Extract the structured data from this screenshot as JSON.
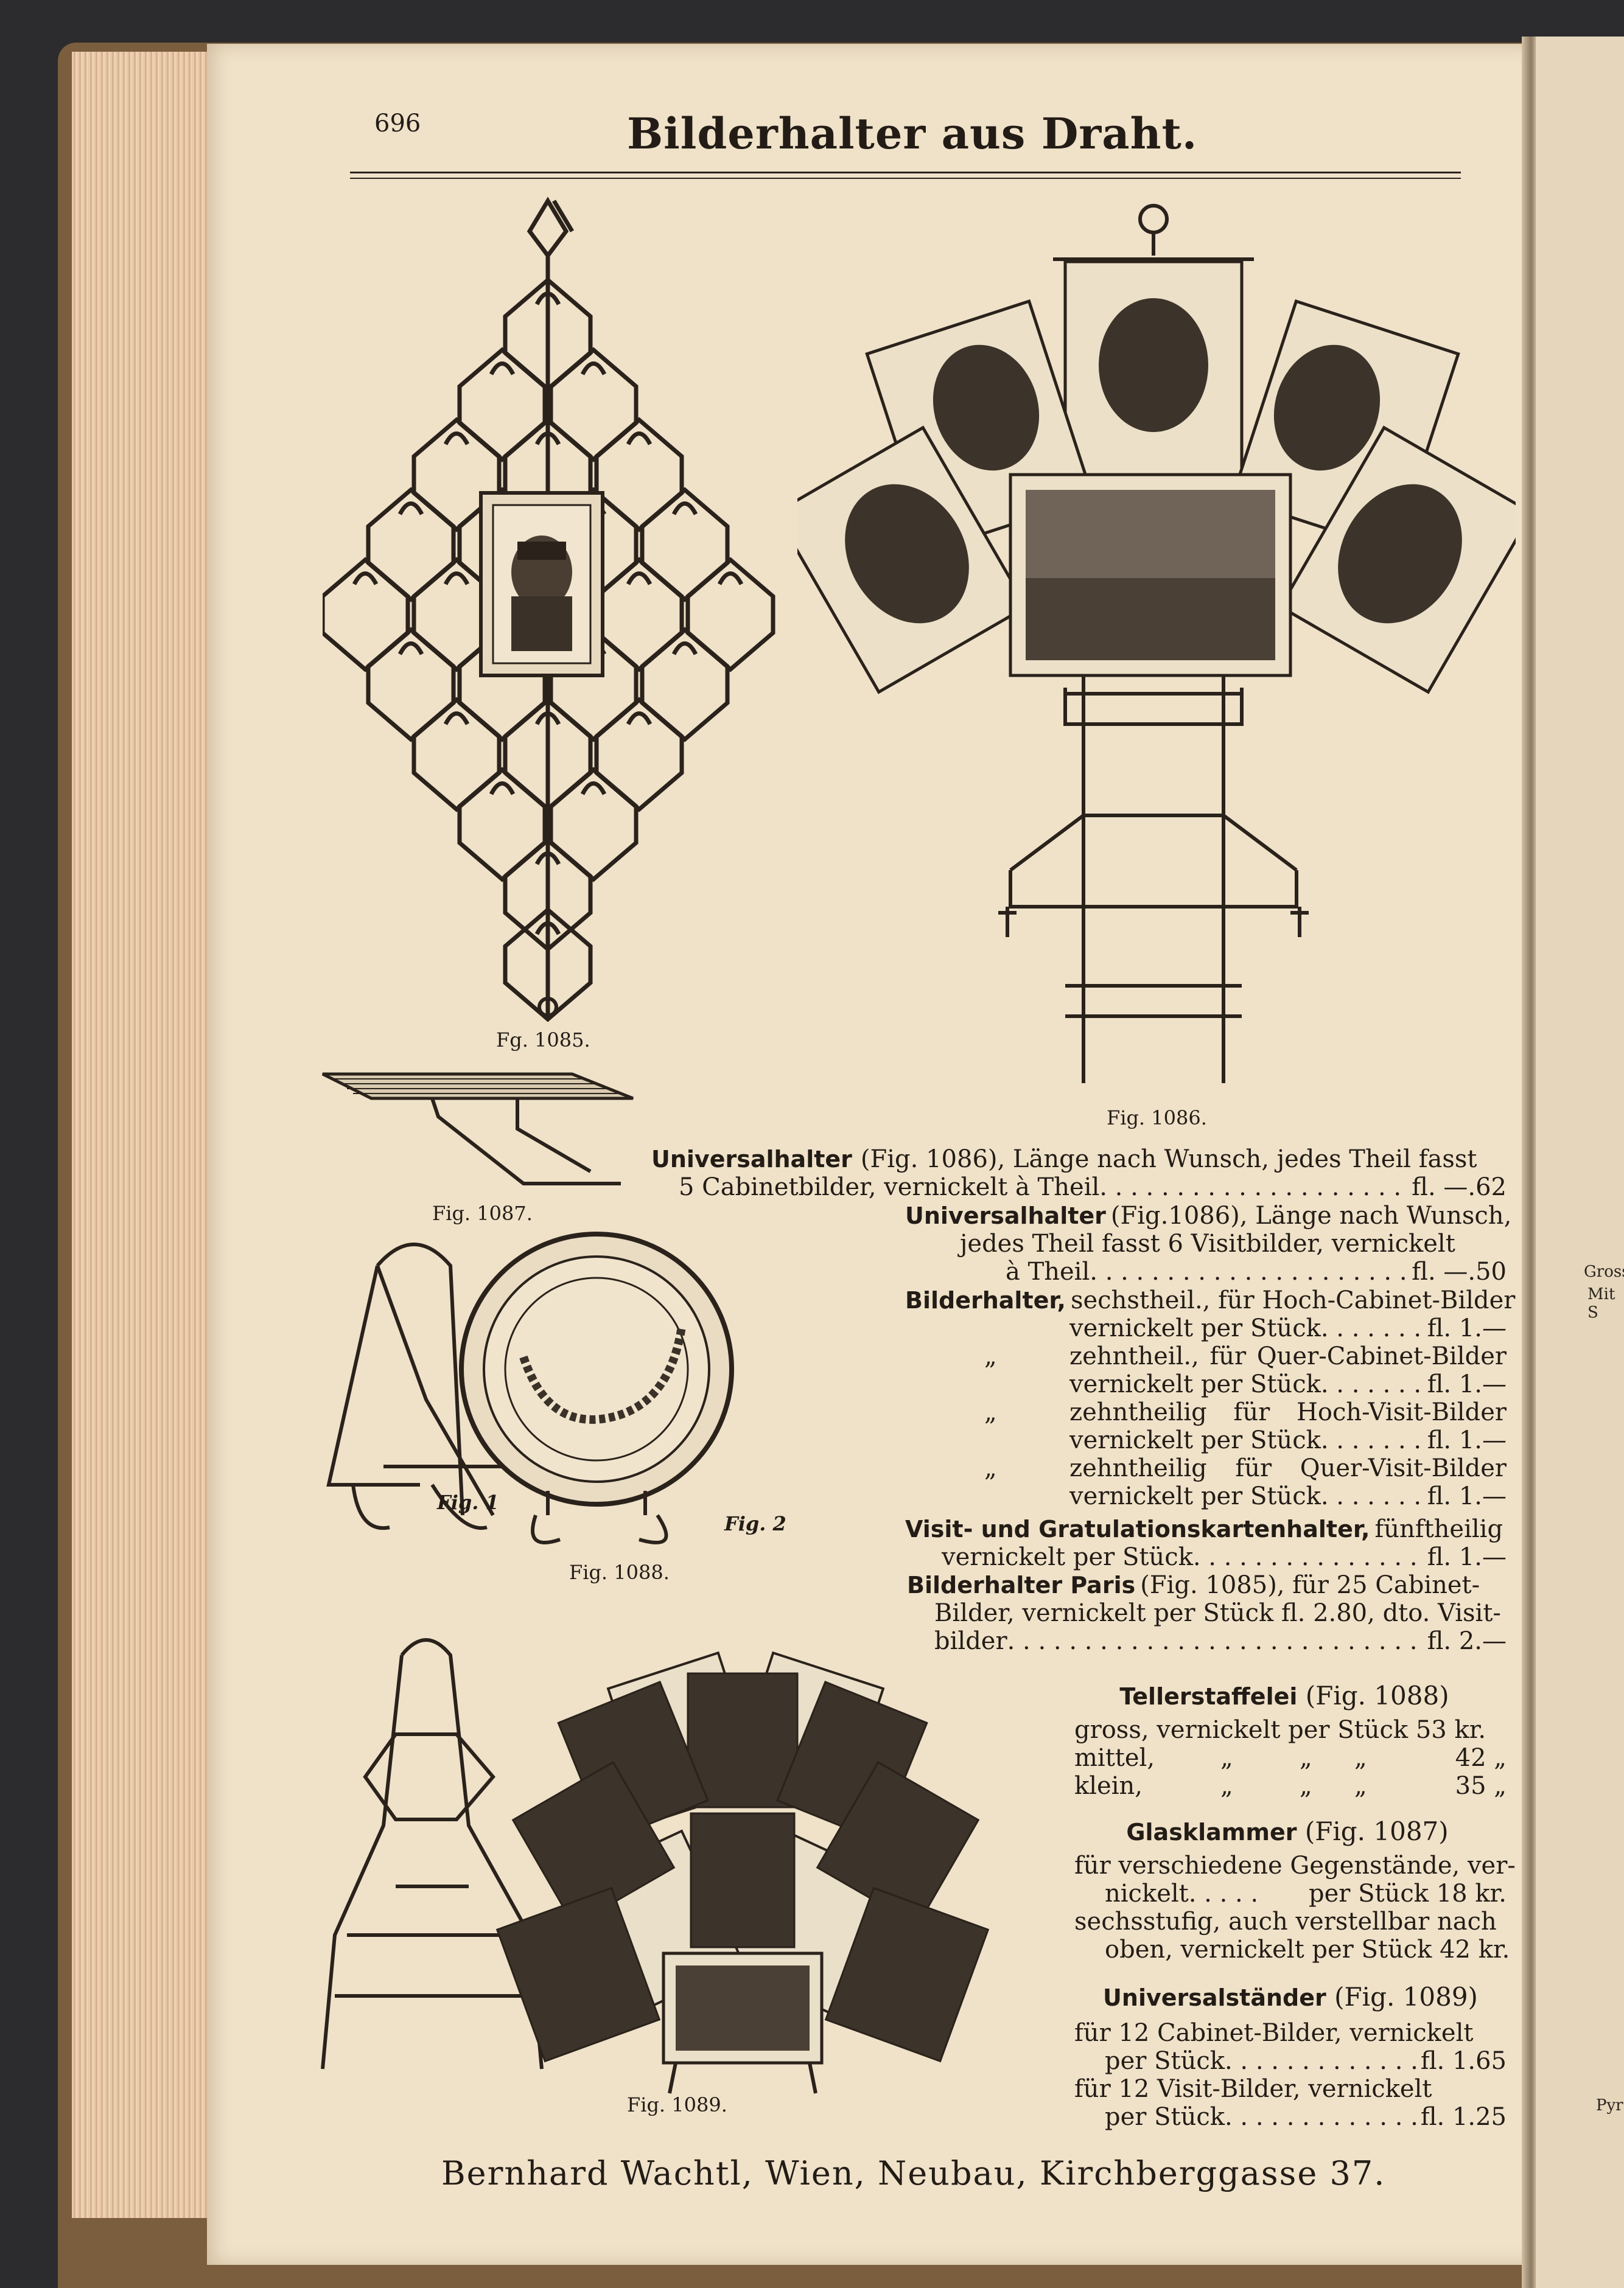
{
  "page_number": "696",
  "page_title": "Bilderhalter aus Draht.",
  "figures": {
    "fig1085": "Fg. 1085.",
    "fig1086": "Fig. 1086.",
    "fig1087": "Fig. 1087.",
    "fig1088": "Fig. 1088.",
    "fig1088_sub1": "Fig. 1",
    "fig1088_sub2": "Fig. 2",
    "fig1089": "Fig. 1089."
  },
  "entries": {
    "e1": {
      "name": "Universalhalter",
      "l1": "(Fig. 1086), Länge nach Wunsch, jedes Theil fasst",
      "l2": "5 Cabinetbilder, vernickelt à Theil",
      "price": "fl. —.62"
    },
    "e2": {
      "name": "Universalhalter",
      "l1": "(Fig.1086), Länge nach Wunsch,",
      "l2": "jedes Theil fasst 6 Visitbilder, vernickelt",
      "l3": "à Theil",
      "price": "fl. —.50"
    },
    "e3": {
      "name": "Bilderhalter,",
      "l1": "sechstheil., für Hoch-Cabinet-Bilder",
      "l2": "vernickelt per Stück",
      "p2": "fl. 1.—",
      "l3": "zehntheil., für Quer-Cabinet-Bilder",
      "l4": "vernickelt per Stück",
      "p4": "fl. 1.—",
      "l5": "zehntheilig für Hoch-Visit-Bilder",
      "l6": "vernickelt per Stück",
      "p6": "fl. 1.—",
      "l7": "zehntheilig für Quer-Visit-Bilder",
      "l8": "vernickelt per Stück",
      "p8": "fl. 1.—",
      "ditto": "„"
    },
    "e4": {
      "name": "Visit- und Gratulationskartenhalter,",
      "l1": "fünftheilig",
      "l2": "vernickelt per Stück",
      "price": "fl. 1.—"
    },
    "e5": {
      "name": "Bilderhalter Paris",
      "l1": "(Fig. 1085), für 25 Cabinet-",
      "l2": "Bilder, vernickelt per Stück fl. 2.80, dto. Visit-",
      "l3": "bilder",
      "price": "fl. 2.—"
    },
    "e6": {
      "heading": "Tellerstaffelei",
      "fig": "(Fig. 1088)",
      "r1": "gross, vernickelt per Stück 53 kr.",
      "r2a": "mittel,",
      "r2b": "„",
      "r2c": "„",
      "r2d": "„",
      "r2e": "42 „",
      "r3a": "klein,",
      "r3b": "„",
      "r3c": "„",
      "r3d": "„",
      "r3e": "35 „"
    },
    "e7": {
      "heading": "Glasklammer",
      "fig": "(Fig. 1087)",
      "l1": "für verschiedene Gegenstände, ver-",
      "l2": "nickelt",
      "l2b": "per Stück 18 kr.",
      "l3": "sechsstufig, auch verstellbar nach",
      "l4": "oben, vernickelt per Stück 42 kr."
    },
    "e8": {
      "heading": "Universalständer",
      "fig": "(Fig. 1089)",
      "l1": "für 12 Cabinet-Bilder, vernickelt",
      "l2": "per Stück",
      "p2": "fl. 1.65",
      "l3": "für 12 Visit-Bilder, vernickelt",
      "l4": "per Stück",
      "p4": "fl. 1.25"
    }
  },
  "footer": "Bernhard Wachtl, Wien, Neubau, Kirchberggasse 37.",
  "next_page_fragments": {
    "a": "Gross",
    "b": "Mit S",
    "c": "Pyra"
  }
}
